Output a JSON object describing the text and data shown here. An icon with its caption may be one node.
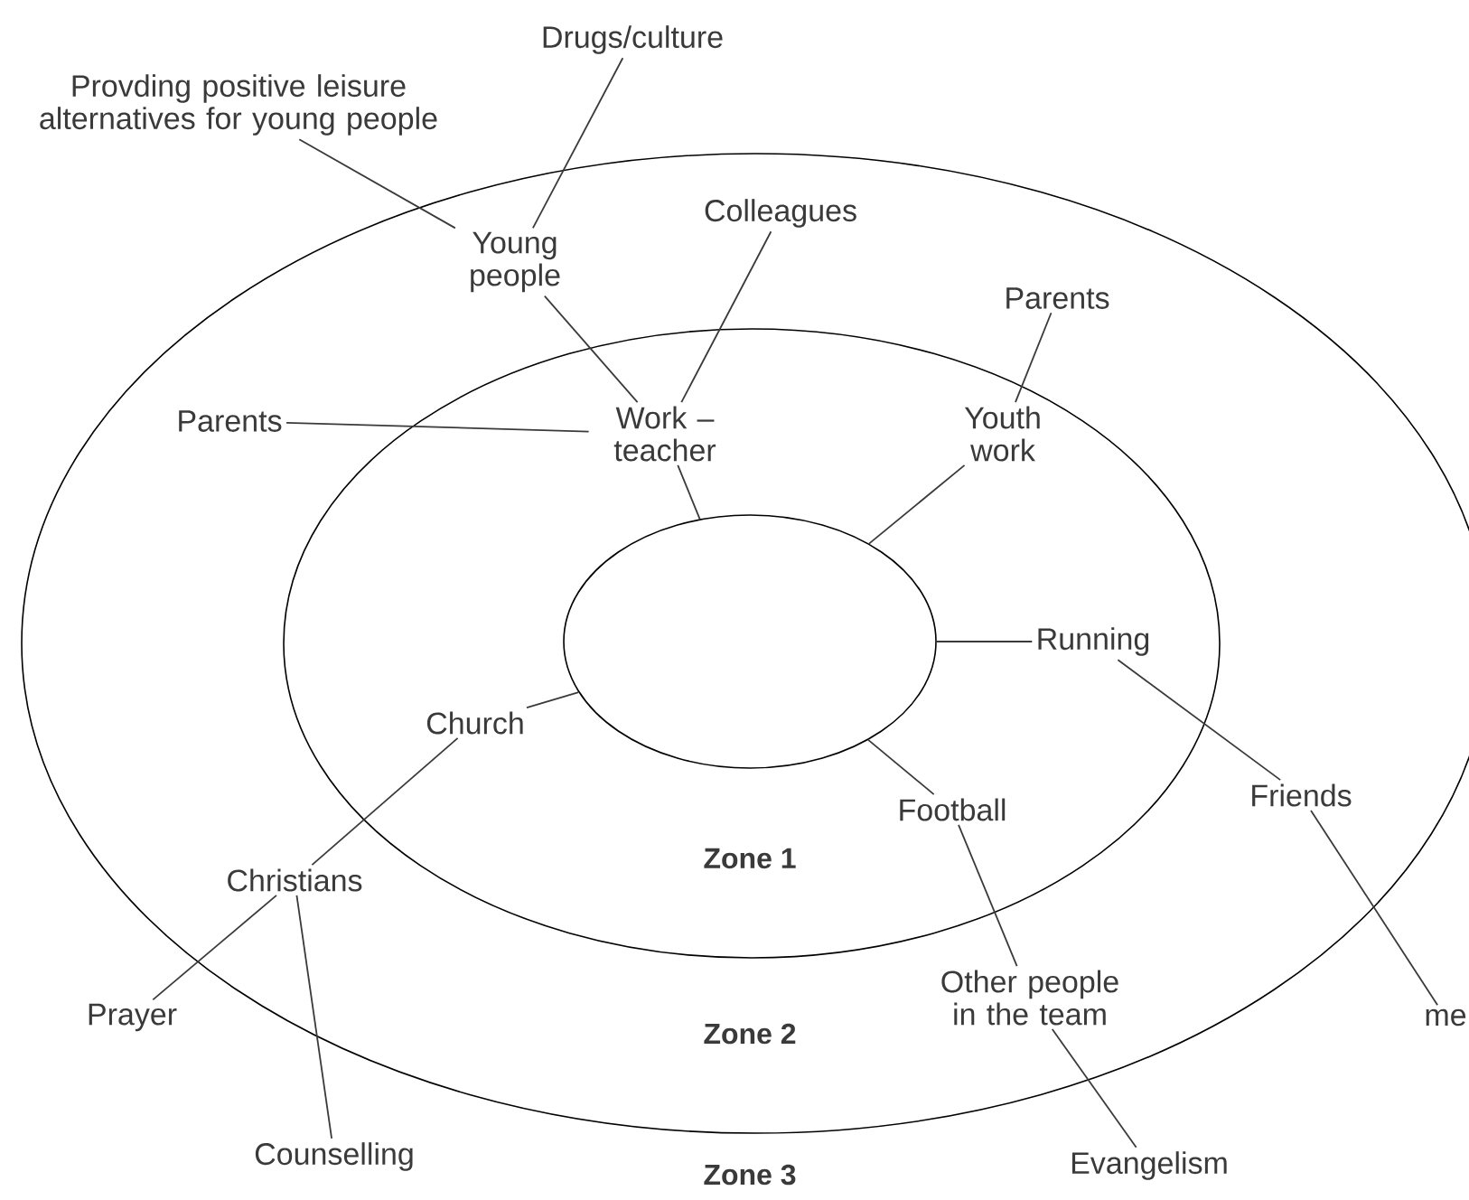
{
  "diagram": {
    "nodes": [
      {
        "text": [],
        "shape": "circle"
      },
      {
        "text": [
          "Provding positive leisure alternatives for young people"
        ]
      },
      {
        "text": [
          "Drugs/culture"
        ]
      },
      {
        "text": [
          "Young people"
        ]
      },
      {
        "text": [
          "Colleagues"
        ]
      },
      {
        "text": [
          "Parents"
        ]
      },
      {
        "text": [
          "Work – teacher"
        ]
      },
      {
        "text": [
          "Parents"
        ]
      },
      {
        "text": [
          "Youth work"
        ]
      },
      {
        "text": [
          "Running"
        ]
      },
      {
        "text": [
          "Church"
        ]
      },
      {
        "text": [
          "Football"
        ]
      },
      {
        "text": [
          "Friends"
        ]
      },
      {
        "text": [
          "Christians"
        ]
      },
      {
        "text": [
          "Prayer"
        ]
      },
      {
        "text": [
          "Other people in the team"
        ]
      },
      {
        "text": [
          "me"
        ]
      },
      {
        "text": [
          "Counselling"
        ]
      },
      {
        "text": [
          "Evangelism"
        ]
      }
    ],
    "edges": [
      {
        "from": 1,
        "to": 3,
        "arrow": "none"
      },
      {
        "from": 2,
        "to": 3,
        "arrow": "none"
      },
      {
        "from": 3,
        "to": 6,
        "arrow": "none"
      },
      {
        "from": 4,
        "to": 6,
        "arrow": "none"
      },
      {
        "from": 5,
        "to": 6,
        "arrow": "none"
      },
      {
        "from": 6,
        "to": 0,
        "arrow": "none"
      },
      {
        "from": 7,
        "to": 8,
        "arrow": "none"
      },
      {
        "from": 8,
        "to": 0,
        "arrow": "none"
      },
      {
        "from": 9,
        "to": 0,
        "arrow": "none"
      },
      {
        "from": 9,
        "to": 12,
        "arrow": "none"
      },
      {
        "from": 10,
        "to": 0,
        "arrow": "none"
      },
      {
        "from": 11,
        "to": 0,
        "arrow": "none"
      },
      {
        "from": 12,
        "to": 16,
        "arrow": "none"
      },
      {
        "from": 13,
        "to": 10,
        "arrow": "none"
      },
      {
        "from": 13,
        "to": 14,
        "arrow": "none"
      },
      {
        "from": 13,
        "to": 17,
        "arrow": "none"
      },
      {
        "from": 15,
        "to": 11,
        "arrow": "none"
      },
      {
        "from": 18,
        "to": 15,
        "arrow": "none"
      }
    ],
    "labels": [
      "Zone 1",
      "Zone 2",
      "Zone 3"
    ]
  }
}
